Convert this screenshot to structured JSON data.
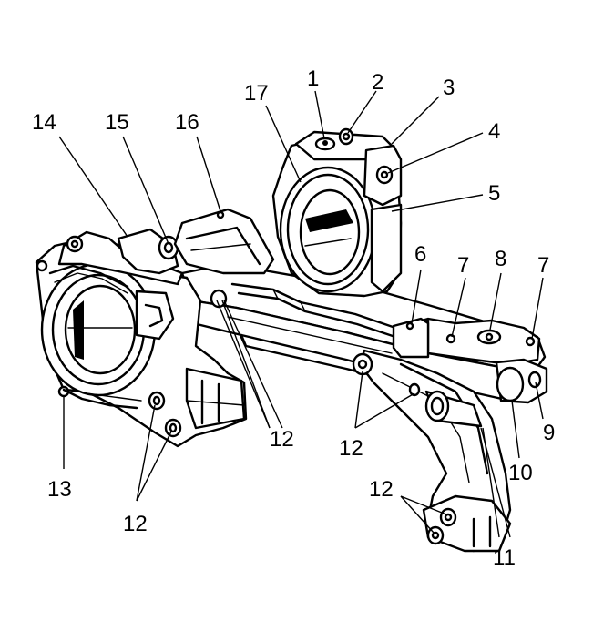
{
  "diagram": {
    "callouts": [
      {
        "id": "1",
        "text": "1"
      },
      {
        "id": "2",
        "text": "2"
      },
      {
        "id": "3",
        "text": "3"
      },
      {
        "id": "4",
        "text": "4"
      },
      {
        "id": "5",
        "text": "5"
      },
      {
        "id": "6",
        "text": "6"
      },
      {
        "id": "7a",
        "text": "7"
      },
      {
        "id": "8",
        "text": "8"
      },
      {
        "id": "7b",
        "text": "7"
      },
      {
        "id": "9",
        "text": "9"
      },
      {
        "id": "10",
        "text": "10"
      },
      {
        "id": "11",
        "text": "11"
      },
      {
        "id": "12a",
        "text": "12"
      },
      {
        "id": "12b",
        "text": "12"
      },
      {
        "id": "12c",
        "text": "12"
      },
      {
        "id": "12d",
        "text": "12"
      },
      {
        "id": "13",
        "text": "13"
      },
      {
        "id": "14",
        "text": "14"
      },
      {
        "id": "15",
        "text": "15"
      },
      {
        "id": "16",
        "text": "16"
      },
      {
        "id": "17",
        "text": "17"
      }
    ]
  }
}
